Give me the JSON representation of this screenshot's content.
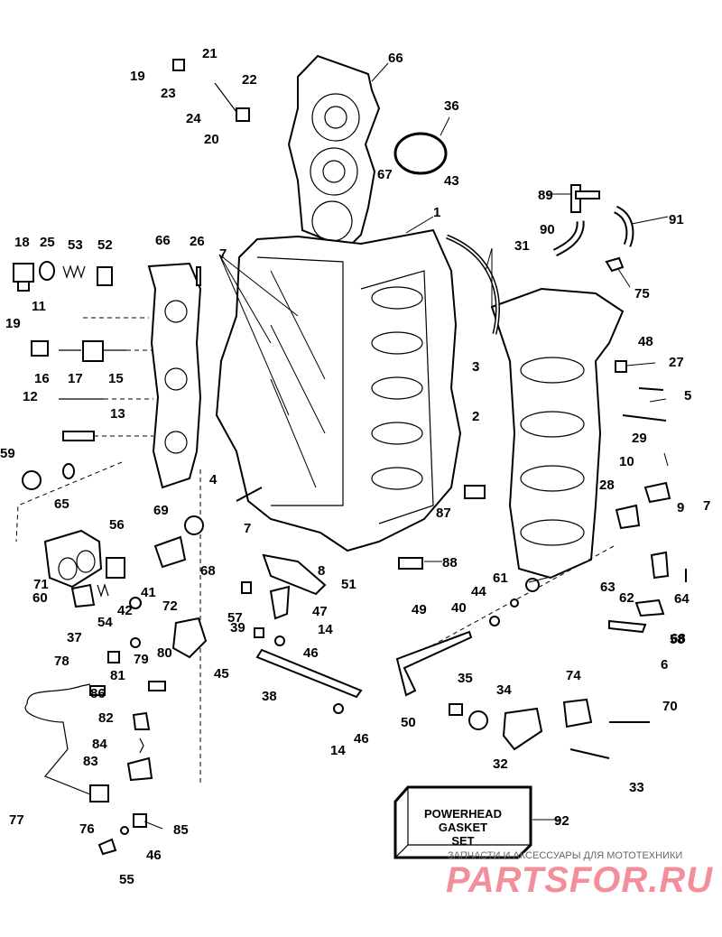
{
  "diagram": {
    "callouts": [
      "1",
      "2",
      "3",
      "4",
      "5",
      "6",
      "7",
      "7",
      "7",
      "8",
      "9",
      "10",
      "11",
      "12",
      "13",
      "14",
      "14",
      "15",
      "16",
      "17",
      "18",
      "19",
      "19",
      "20",
      "21",
      "22",
      "23",
      "24",
      "25",
      "26",
      "27",
      "28",
      "29",
      "31",
      "32",
      "33",
      "34",
      "35",
      "36",
      "37",
      "38",
      "39",
      "40",
      "41",
      "42",
      "43",
      "44",
      "45",
      "46",
      "46",
      "46",
      "47",
      "48",
      "49",
      "50",
      "51",
      "52",
      "53",
      "54",
      "55",
      "56",
      "57",
      "58",
      "59",
      "60",
      "61",
      "62",
      "63",
      "64",
      "65",
      "66",
      "66",
      "67",
      "68",
      "68",
      "69",
      "70",
      "71",
      "72",
      "74",
      "75",
      "76",
      "77",
      "78",
      "79",
      "80",
      "81",
      "82",
      "83",
      "84",
      "85",
      "86",
      "87",
      "88",
      "89",
      "90",
      "91",
      "92"
    ],
    "gasket_set": {
      "line1": "POWERHEAD",
      "line2": "GASKET",
      "line3": "SET"
    },
    "watermark": {
      "caption": "ЗАПЧАСТИ И АКСЕССУАРЫ ДЛЯ МОТОТЕХНИКИ",
      "logo": "PARTSFOR.RU"
    }
  },
  "colors": {
    "ink": "#000000",
    "background": "#ffffff",
    "watermark_red": "#e8344a"
  }
}
